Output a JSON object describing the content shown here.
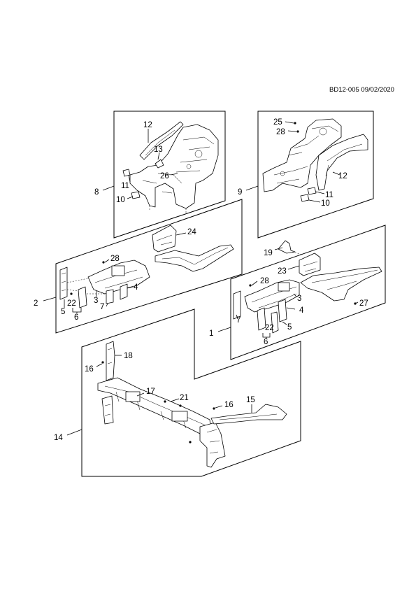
{
  "diagram_ref": "BD12-005 09/02/2020",
  "callouts": {
    "c1": "1",
    "c2": "2",
    "c3a": "3",
    "c3b": "3",
    "c4a": "4",
    "c4b": "4",
    "c5a": "5",
    "c5b": "5",
    "c6a": "6",
    "c6b": "6",
    "c7a": "7",
    "c7b": "7",
    "c8": "8",
    "c9": "9",
    "c10a": "10",
    "c10b": "10",
    "c11a": "11",
    "c11b": "11",
    "c12a": "12",
    "c12b": "12",
    "c13": "13",
    "c14": "14",
    "c15": "15",
    "c16a": "16",
    "c16b": "16",
    "c17": "17",
    "c18": "18",
    "c19": "19",
    "c21": "21",
    "c22a": "22",
    "c22b": "22",
    "c23": "23",
    "c24": "24",
    "c25": "25",
    "c26": "26",
    "c27": "27",
    "c28a": "28",
    "c28b": "28",
    "c28c": "28"
  }
}
